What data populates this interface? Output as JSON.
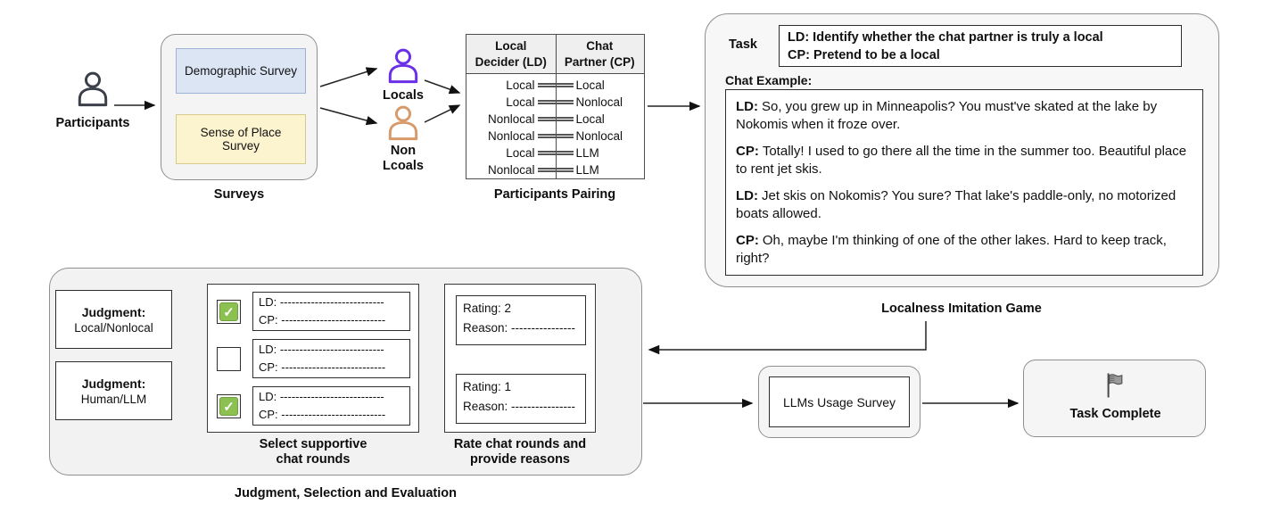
{
  "participants": {
    "label": "Participants"
  },
  "surveys": {
    "title": "Surveys",
    "demographic": "Demographic Survey",
    "sense_of_place": "Sense of Place Survey"
  },
  "groups": {
    "locals": "Locals",
    "non_line1": "Non",
    "non_line2": "Lcoals"
  },
  "pairing": {
    "title": "Participants Pairing",
    "header_ld_line1": "Local",
    "header_ld_line2": "Decider (LD)",
    "header_cp_line1": "Chat",
    "header_cp_line2": "Partner (CP)",
    "rows": [
      {
        "ld": "Local",
        "cp": "Local"
      },
      {
        "ld": "Local",
        "cp": "Nonlocal"
      },
      {
        "ld": "Nonlocal",
        "cp": "Local"
      },
      {
        "ld": "Nonlocal",
        "cp": "Nonlocal"
      },
      {
        "ld": "Local",
        "cp": "LLM"
      },
      {
        "ld": "Nonlocal",
        "cp": "LLM"
      }
    ]
  },
  "game": {
    "title": "Localness Imitation Game",
    "task_label": "Task",
    "task_ld": "LD: Identify whether the chat partner is truly a local",
    "task_cp": "CP: Pretend to be a local",
    "chat_label": "Chat Example:",
    "messages": [
      {
        "speaker": "LD:",
        "text": "So, you grew up in Minneapolis? You must've skated at the lake by Nokomis when it froze over."
      },
      {
        "speaker": "CP:",
        "text": "Totally! I used to go there all the time in the summer too. Beautiful place to rent jet skis."
      },
      {
        "speaker": "LD:",
        "text": "Jet skis on Nokomis? You sure? That lake's paddle-only, no motorized boats allowed."
      },
      {
        "speaker": "CP:",
        "text": "Oh, maybe I'm thinking of one of the other lakes. Hard to keep track, right?"
      }
    ]
  },
  "judgment": {
    "title": "Judgment, Selection and Evaluation",
    "j1_label": "Judgment:",
    "j1_value": "Local/Nonlocal",
    "j2_label": "Judgment:",
    "j2_value": "Human/LLM",
    "select_line1": "Select supportive",
    "select_line2": "chat rounds",
    "rounds": [
      {
        "checked": true,
        "check": "✓",
        "ld": "LD: ---------------------------",
        "cp": "CP: ---------------------------"
      },
      {
        "checked": false,
        "check": "",
        "ld": "LD: ---------------------------",
        "cp": "CP: ---------------------------"
      },
      {
        "checked": true,
        "check": "✓",
        "ld": "LD: ---------------------------",
        "cp": "CP: ---------------------------"
      }
    ],
    "rate_line1": "Rate chat rounds and",
    "rate_line2": "provide reasons",
    "ratings": [
      {
        "rating": "Rating: 2",
        "reason": "Reason: ----------------"
      },
      {
        "rating": "Rating: 1",
        "reason": "Reason: ----------------"
      }
    ]
  },
  "llms_survey": {
    "label": "LLMs Usage Survey"
  },
  "task_complete": {
    "label": "Task Complete"
  },
  "colors": {
    "survey_blue": "#dbe5f4",
    "survey_blue_border": "#9fb3d9",
    "survey_yellow": "#fcf3cf",
    "survey_yellow_border": "#d9c98d",
    "locals_purple": "#6b2fe8",
    "nonlocals_orange": "#d79a6b",
    "participants_gray": "#3a3f4a",
    "checkbox_green": "#8cc152",
    "panel_gray": "#f4f4f4",
    "line_dark": "#1f1f1f"
  }
}
